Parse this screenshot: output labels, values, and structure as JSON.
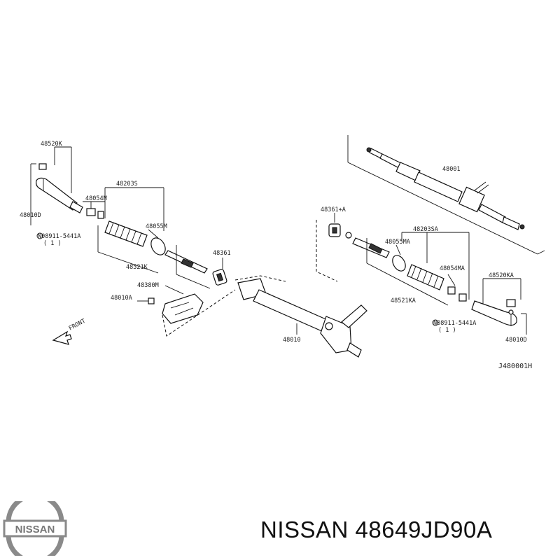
{
  "labels": {
    "p48520k": "48520K",
    "p48010d_left": "48010D",
    "p48054m": "48054M",
    "p48203s": "48203S",
    "p48055m": "48055M",
    "nut_left": "N08911-5441A",
    "qty_left": "( 1 )",
    "p48521k": "48521K",
    "p48361": "48361",
    "p48380m": "48380M",
    "p48010a": "48010A",
    "front": "FRONT",
    "p48001": "48001",
    "p48361a": "48361+A",
    "p48203sa": "48203SA",
    "p48055ma": "48055MA",
    "p48054ma": "48054MA",
    "p48520ka": "48520KA",
    "p48521ka": "48521KA",
    "nut_right": "N08911-5441A",
    "qty_right": "( 1 )",
    "p48010d_right": "48010D",
    "p48010": "48010",
    "diagram_code": "J480001H"
  },
  "logo": {
    "text": "NISSAN",
    "color": "#888888"
  },
  "caption": "NISSAN 48649JD90A"
}
